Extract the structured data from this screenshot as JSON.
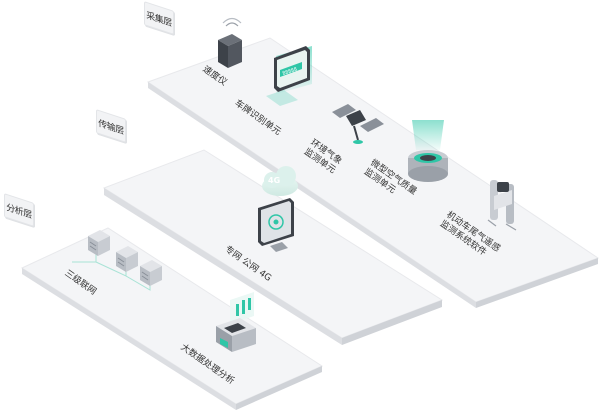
{
  "layers": {
    "collect": {
      "tag": "采集层",
      "items": [
        {
          "label": "速度仪"
        },
        {
          "label": "车牌识别单元"
        },
        {
          "label_lines": [
            "环境气象",
            "监测单元"
          ]
        },
        {
          "label_lines": [
            "微型空气质量",
            "监测单元"
          ]
        },
        {
          "label_lines": [
            "机动车尾气遥感",
            "监测系统软件"
          ]
        }
      ]
    },
    "transfer": {
      "tag": "传输层",
      "items": [
        {
          "label": "专网 公网 4G",
          "badge": "4G"
        }
      ]
    },
    "analysis": {
      "tag": "分析层",
      "items": [
        {
          "label": "三级联网"
        },
        {
          "label": "大数据处理分析"
        }
      ]
    }
  },
  "colors": {
    "platform_top": "#f4f5f7",
    "platform_edge": "#dcdee2",
    "accent": "#2fc6a7",
    "device_dark": "#3d4249",
    "server": "#c8ccd2"
  }
}
